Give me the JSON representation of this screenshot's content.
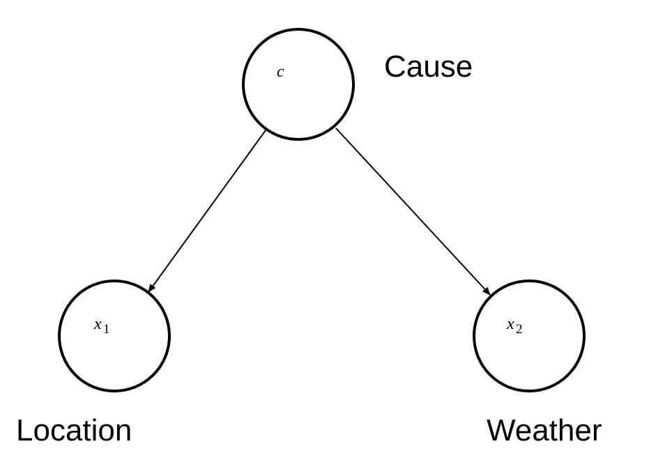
{
  "nodes": {
    "cause": {
      "variable": "c",
      "subscript": "",
      "caption": "Cause"
    },
    "location": {
      "variable": "x",
      "subscript": "1",
      "caption": "Location"
    },
    "weather": {
      "variable": "x",
      "subscript": "2",
      "caption": "Weather"
    }
  },
  "edges": [
    {
      "from": "cause",
      "to": "location"
    },
    {
      "from": "cause",
      "to": "weather"
    }
  ],
  "colors": {
    "stroke": "#000000",
    "background": "#ffffff"
  }
}
